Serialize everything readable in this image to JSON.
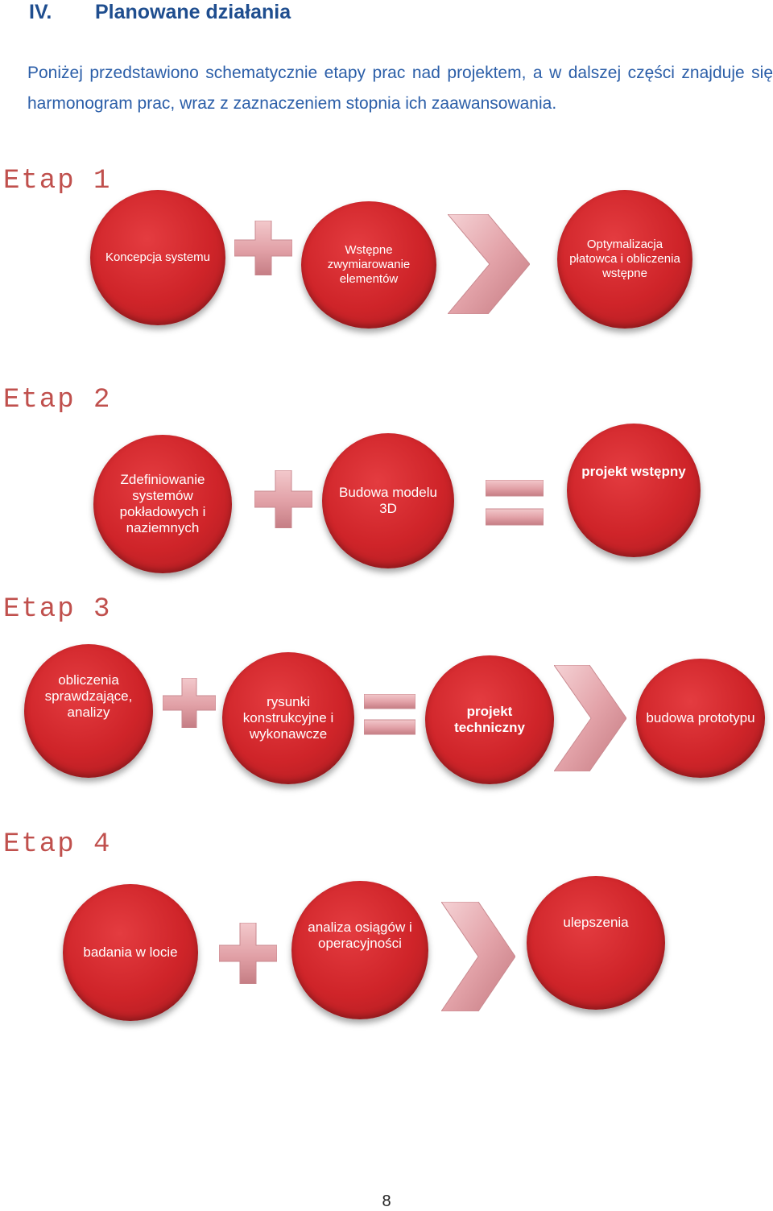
{
  "section": {
    "number": "IV.",
    "title": "Planowane działania"
  },
  "intro": "Poniżej przedstawiono schematycznie etapy prac nad projektem, a w dalszej części znajduje się harmonogram prac, wraz z zaznaczeniem stopnia ich zaawansowania.",
  "stages": {
    "s1": {
      "label": "Etap 1",
      "c1": "Koncepcja systemu",
      "c2": "Wstępne zwymiarowanie elementów",
      "c3": "Optymalizacja płatowca i obliczenia wstępne"
    },
    "s2": {
      "label": "Etap 2",
      "c1": "Zdefiniowanie systemów pokładowych i naziemnych",
      "c2": "Budowa modelu 3D",
      "c3": "projekt wstępny"
    },
    "s3": {
      "label": "Etap 3",
      "c1": "obliczenia sprawdzające, analizy",
      "c2": "rysunki konstrukcyjne i wykonawcze",
      "c3": "projekt techniczny",
      "c4": "budowa prototypu"
    },
    "s4": {
      "label": "Etap 4",
      "c1": "badania w locie",
      "c2": "analiza osiągów i operacyjności",
      "c3": "ulepszenia"
    }
  },
  "symbols": {
    "plus": "plus-icon",
    "equals": "equals-icon",
    "arrow": "chevron-right-icon"
  },
  "colors": {
    "circle": "#cf2429",
    "symbol": "#e4a3a8",
    "stage": "#c0504d",
    "heading": "#1f4e8f",
    "text": "#2b5ea8"
  },
  "page_number": "8"
}
